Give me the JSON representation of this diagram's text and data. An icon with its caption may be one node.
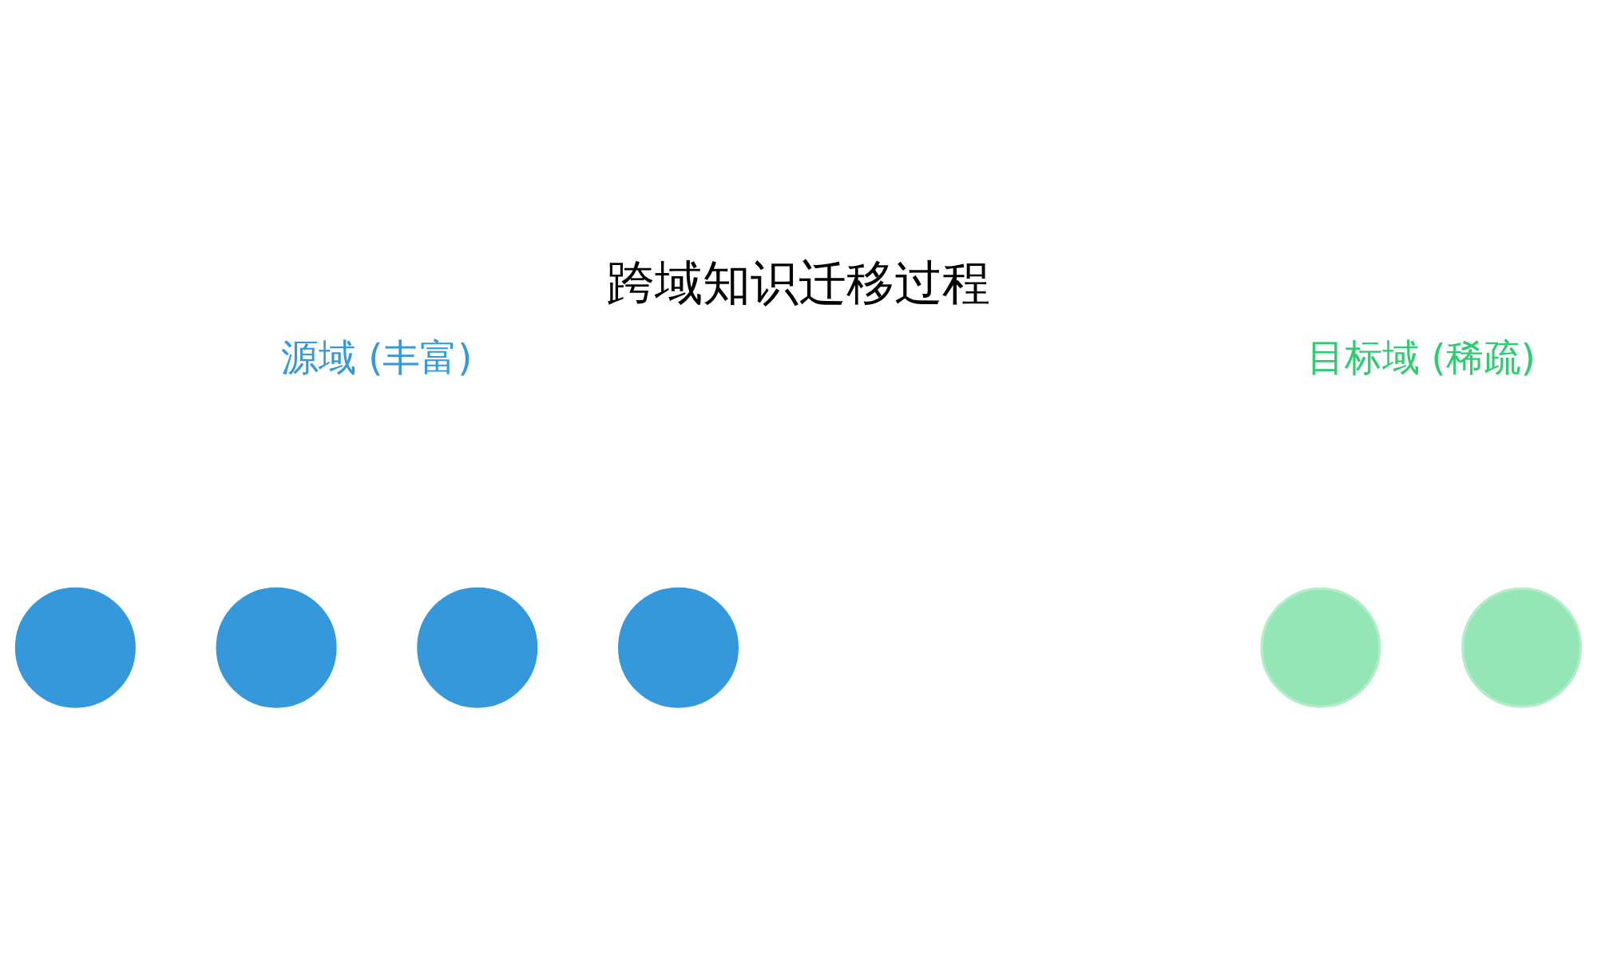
{
  "diagram": {
    "title": "跨域知识迁移过程",
    "nodes": [
      {
        "text": [],
        "shape": "circle"
      },
      {
        "text": [],
        "shape": "circle"
      },
      {
        "text": [],
        "shape": "circle"
      },
      {
        "text": [],
        "shape": "circle"
      },
      {
        "text": [],
        "shape": "circle"
      },
      {
        "text": [],
        "shape": "circle"
      }
    ],
    "labels": [
      "源域 (丰富)",
      "目标域 (稀疏)"
    ]
  }
}
